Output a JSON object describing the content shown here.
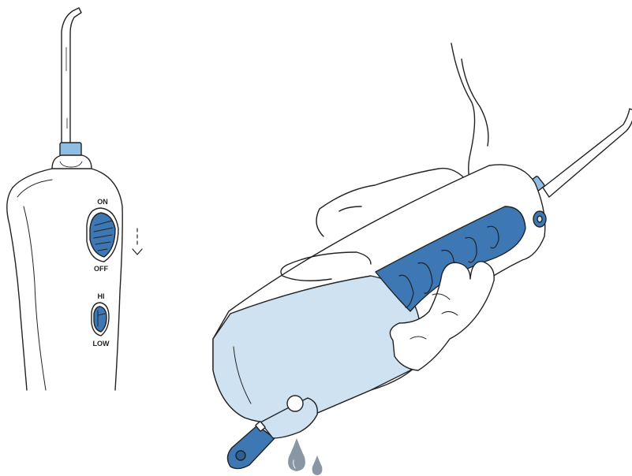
{
  "labels": {
    "on": "ON",
    "off": "OFF",
    "hi": "HI",
    "low": "LOW"
  },
  "colors": {
    "accent_blue": "#3d78b5",
    "light_blue": "#cfe2f1",
    "nozzle_blue": "#8fbde4",
    "outline": "#222222",
    "water_drop": "#8a96a3"
  },
  "icons": [
    "power-switch-icon",
    "pressure-switch-icon",
    "slide-down-arrow-icon",
    "water-drop-icon"
  ]
}
